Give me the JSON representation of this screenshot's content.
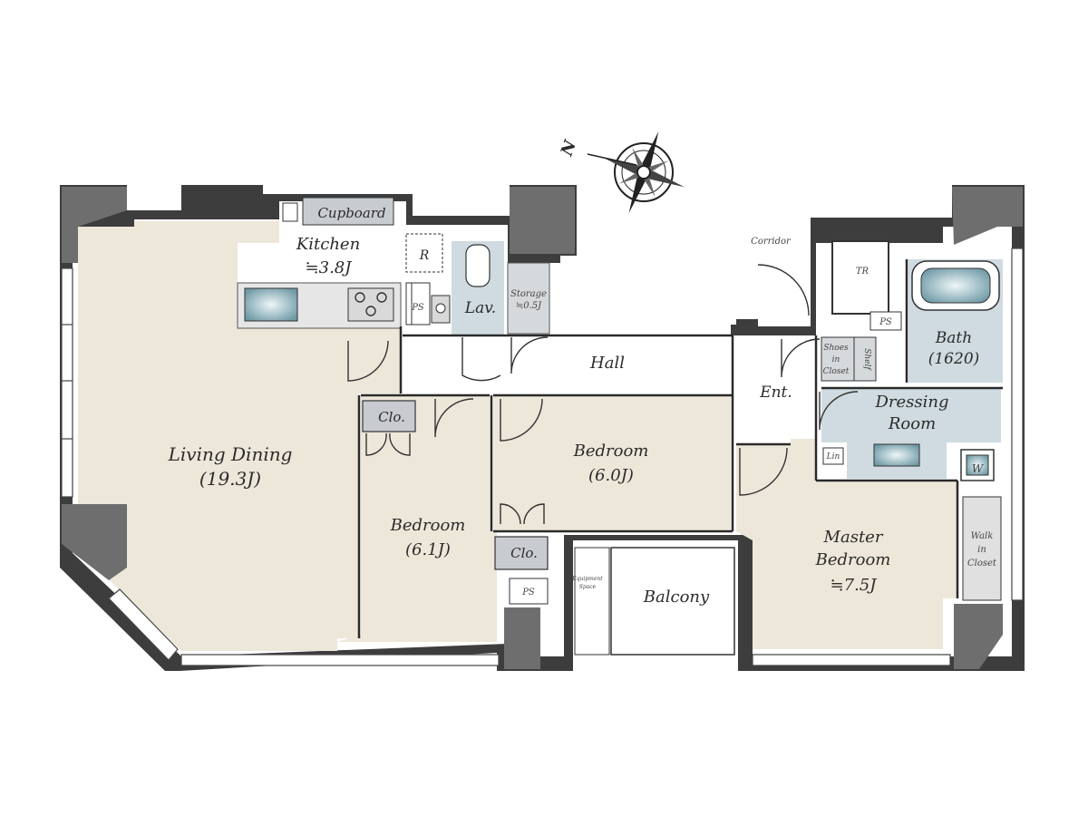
{
  "compass": {
    "north_label": "N"
  },
  "rooms": {
    "living_dining": {
      "name": "Living Dining",
      "size": "(19.3J)"
    },
    "kitchen": {
      "name": "Kitchen",
      "size": "≒3.8J"
    },
    "cupboard": "Cupboard",
    "fridge": "R",
    "ps": "PS",
    "lav": "Lav.",
    "storage": {
      "name": "Storage",
      "size": "≒0.5J"
    },
    "hall": "Hall",
    "corridor": "Corridor",
    "tr": "TR",
    "entrance": "Ent.",
    "shoes_closet": [
      "Shoes",
      "in",
      "Closet"
    ],
    "shelf": "Shelf",
    "bath": {
      "name": "Bath",
      "size": "(1620)"
    },
    "dressing_room": [
      "Dressing",
      "Room"
    ],
    "linen": "Lin",
    "washer": "W",
    "walk_in_closet": [
      "Walk",
      "in",
      "Closet"
    ],
    "closet": "Clo.",
    "bedroom_west": {
      "name": "Bedroom",
      "size": "(6.1J)"
    },
    "bedroom_north": {
      "name": "Bedroom",
      "size": "(6.0J)"
    },
    "master_bedroom": {
      "name": [
        "Master",
        "Bedroom"
      ],
      "size": "≒7.5J"
    },
    "equipment_space": [
      "Equipment",
      "Space"
    ],
    "balcony": "Balcony"
  },
  "colors": {
    "wall": "#1f1f1f",
    "wall_shade": "#8a8a8a",
    "floor_living": "#ede7da",
    "floor_wet": "#cfdbe0",
    "floor_hall": "#ffffff",
    "fixture": "#c8ccd0"
  }
}
